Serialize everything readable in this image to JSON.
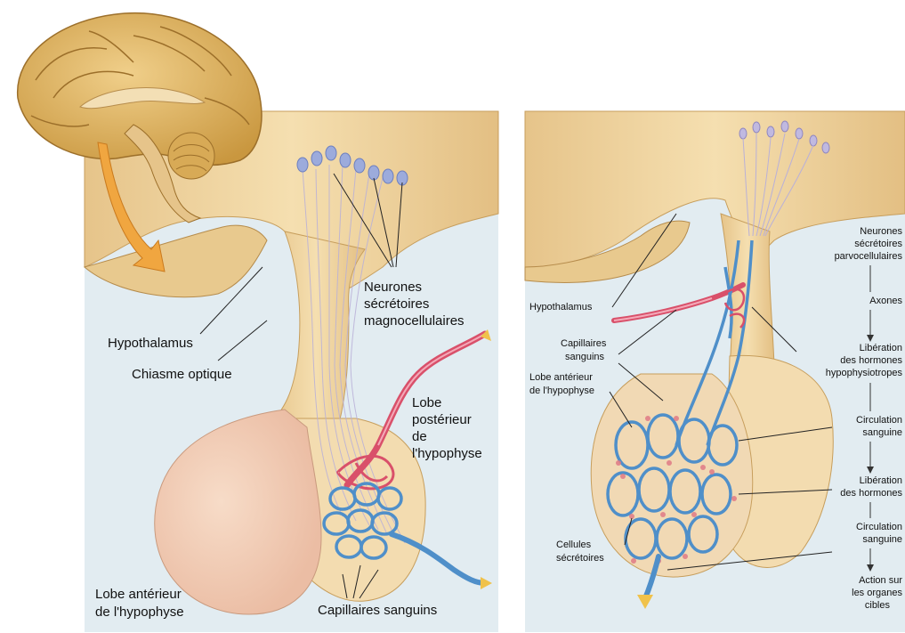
{
  "left_panel": {
    "labels": {
      "neurones": [
        "Neurones",
        "sécrétoires",
        "magnocellulaires"
      ],
      "hypothalamus": "Hypothalamus",
      "chiasme": "Chiasme optique",
      "lobe_post": [
        "Lobe",
        "postérieur",
        "de",
        "l'hypophyse"
      ],
      "lobe_ant": [
        "Lobe antérieur",
        "de l'hypophyse"
      ],
      "capillaires": "Capillaires sanguins"
    }
  },
  "right_panel": {
    "labels": {
      "hypothalamus": "Hypothalamus",
      "capillaires": [
        "Capillaires",
        "sanguins"
      ],
      "lobe_ant": [
        "Lobe antérieur",
        "de l'hypophyse"
      ],
      "cellules": [
        "Cellules",
        "sécrétoires"
      ]
    },
    "flow": [
      [
        "Neurones",
        "sécrétoires",
        "parvocellulaires"
      ],
      [
        "Axones"
      ],
      [
        "Libération",
        "des hormones",
        "hypophysiotropes"
      ],
      [
        "Circulation",
        "sanguine"
      ],
      [
        "Libération",
        "des hormones"
      ],
      [
        "Circulation",
        "sanguine"
      ],
      [
        "Action sur",
        "les organes",
        "cibles"
      ]
    ]
  },
  "colors": {
    "tissue": "#f2d9a6",
    "tissue_dark": "#d9b77a",
    "bg_panel": "#dde9ef",
    "anterior": "#f3cdb8",
    "blue_vessel": "#4f8fc9",
    "red_vessel": "#d9506a",
    "neuron": "#9aa8da"
  }
}
